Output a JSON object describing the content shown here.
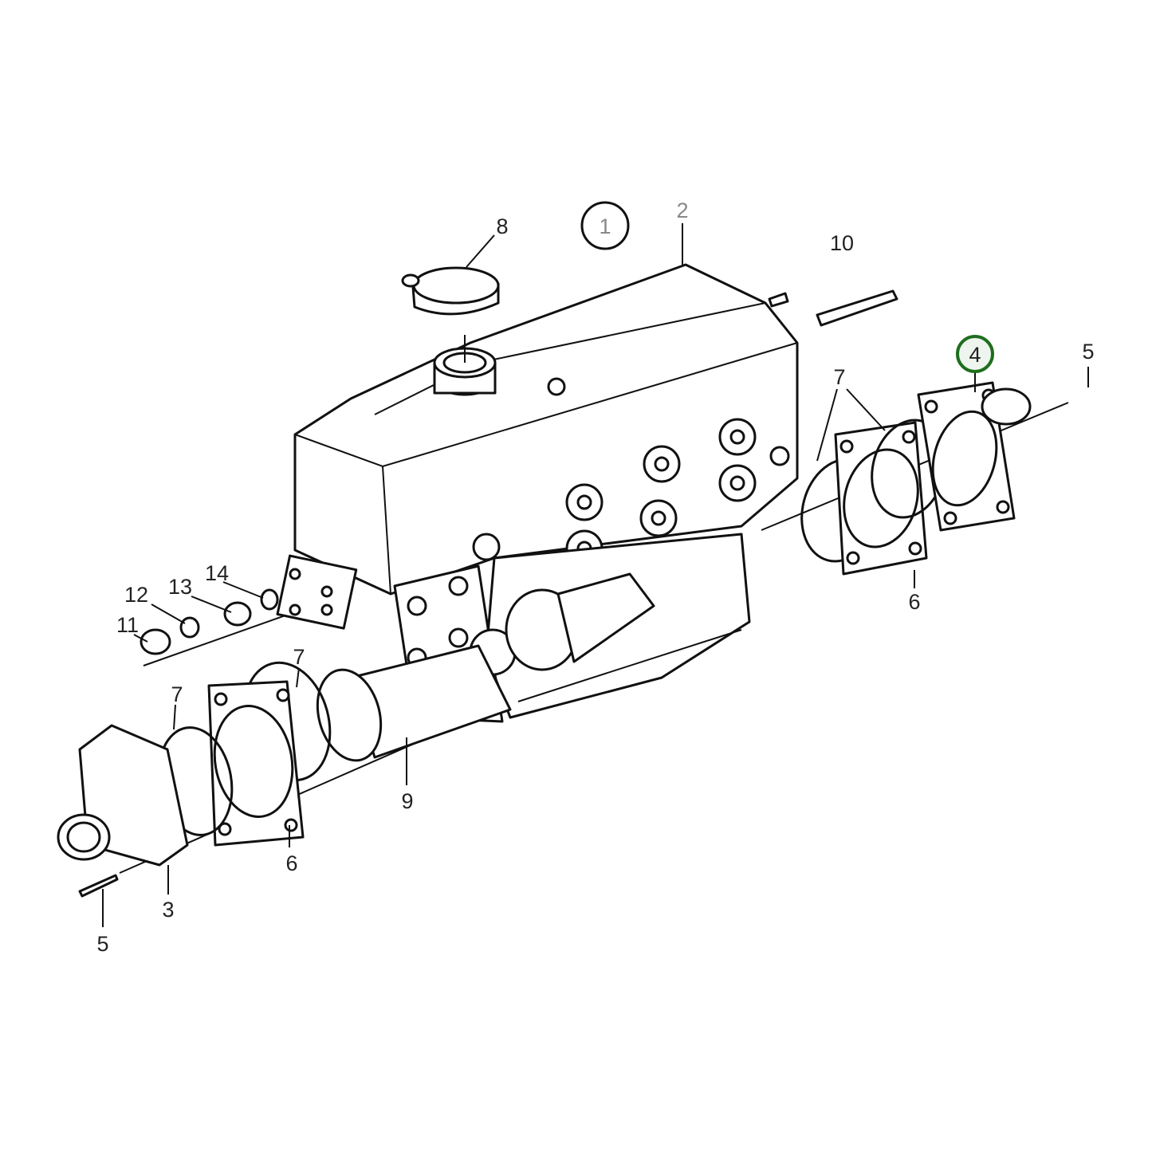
{
  "diagram": {
    "highlight_color": "#1e6e1e",
    "callouts": [
      {
        "id": "c1",
        "text": "1",
        "style": "circled"
      },
      {
        "id": "c2",
        "text": "2",
        "style": "gray"
      },
      {
        "id": "c8",
        "text": "8"
      },
      {
        "id": "c10",
        "text": "10"
      },
      {
        "id": "c4",
        "text": "4",
        "style": "circled-highlight"
      },
      {
        "id": "c5a",
        "text": "5"
      },
      {
        "id": "c7a",
        "text": "7"
      },
      {
        "id": "c6a",
        "text": "6"
      },
      {
        "id": "c14",
        "text": "14"
      },
      {
        "id": "c13",
        "text": "13"
      },
      {
        "id": "c12",
        "text": "12"
      },
      {
        "id": "c11",
        "text": "11"
      },
      {
        "id": "c7b",
        "text": "7"
      },
      {
        "id": "c7c",
        "text": "7"
      },
      {
        "id": "c9",
        "text": "9"
      },
      {
        "id": "c6b",
        "text": "6"
      },
      {
        "id": "c3",
        "text": "3"
      },
      {
        "id": "c5b",
        "text": "5"
      }
    ]
  }
}
